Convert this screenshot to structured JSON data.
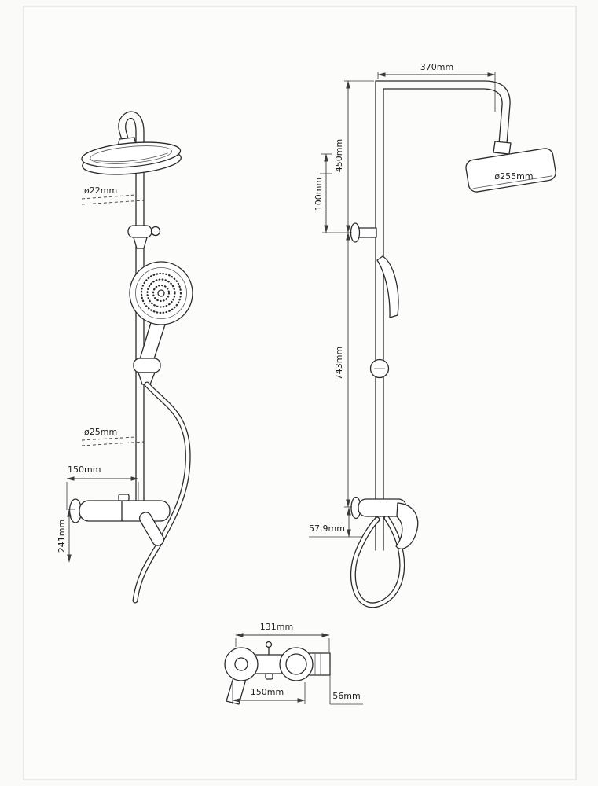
{
  "front_view": {
    "pipe_top_diameter": "ø22mm",
    "pipe_bottom_diameter": "ø25mm",
    "valve_width": "150mm",
    "valve_height": "241mm"
  },
  "side_view": {
    "arm_length": "370mm",
    "head_diameter": "ø255mm",
    "top_height": "450mm",
    "head_offset": "100mm",
    "column_height": "743mm",
    "lever_drop": "57,9mm"
  },
  "mixer_detail": {
    "top_width": "131mm",
    "bottom_width": "150mm",
    "depth": "56mm"
  },
  "colors": {
    "line": "#2b2b2b",
    "frame": "#d7d7d4"
  }
}
